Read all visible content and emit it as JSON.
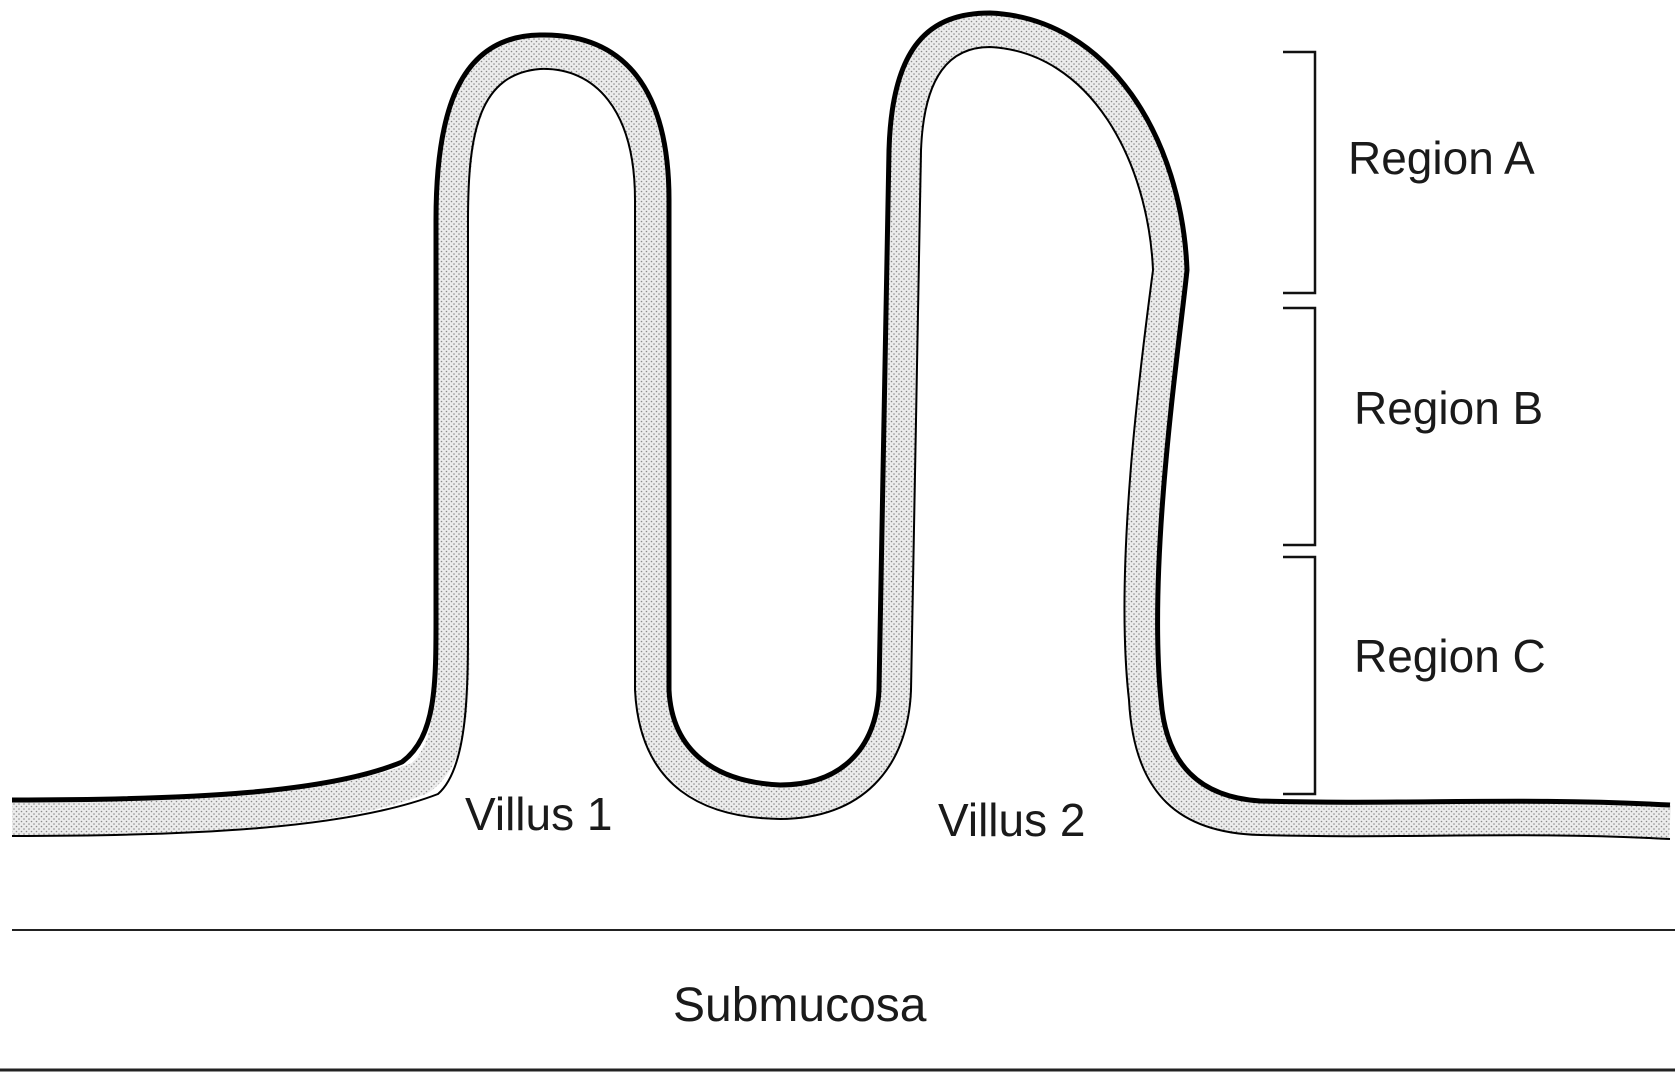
{
  "diagram": {
    "villus_labels": [
      "Villus 1",
      "Villus 2"
    ],
    "region_labels": [
      "Region A",
      "Region B",
      "Region C"
    ],
    "submucosa_label": "Submucosa"
  }
}
